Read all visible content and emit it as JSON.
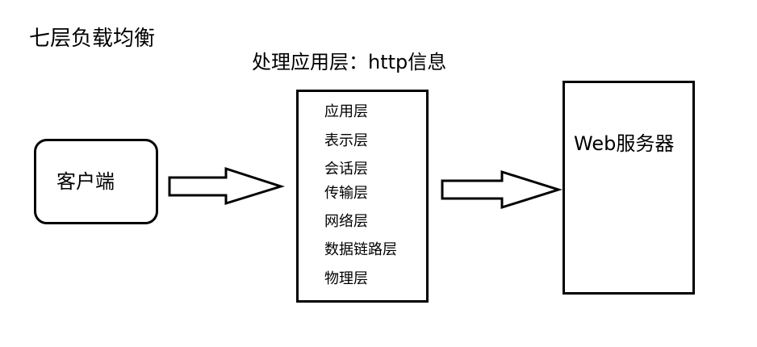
{
  "title": "七层负载均衡",
  "subtitle": "处理应用层：http信息",
  "client": {
    "label": "客户端"
  },
  "proxy": {
    "layers": [
      "应用层",
      "表示层",
      "会话层",
      "传输层",
      "网络层",
      "数据链路层",
      "物理层"
    ]
  },
  "server": {
    "label": "Web服务器"
  },
  "colors": {
    "stroke": "#000000",
    "background": "#ffffff"
  }
}
